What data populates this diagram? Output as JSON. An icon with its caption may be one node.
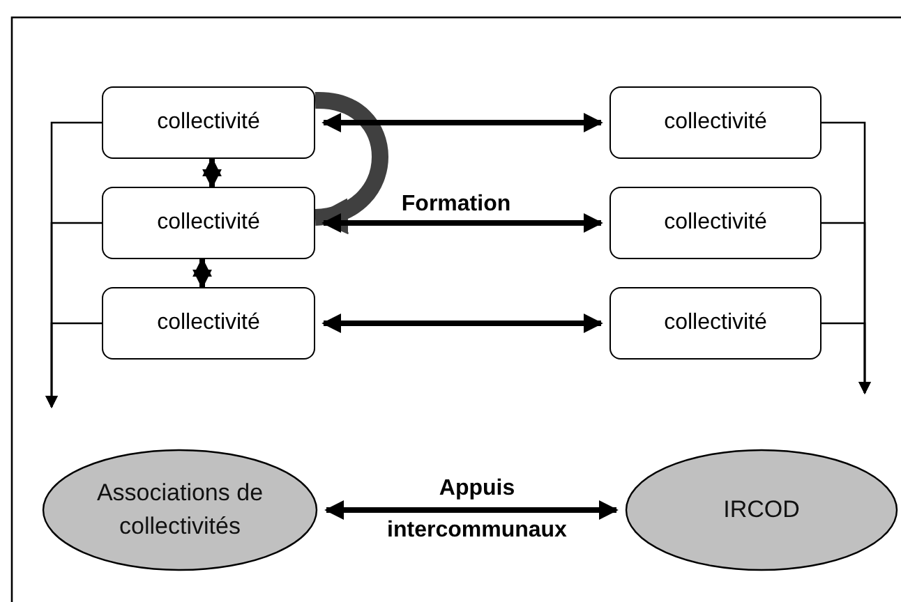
{
  "diagram": {
    "nodes": [
      {
        "text": [
          "collectivité"
        ]
      },
      {
        "text": [
          "collectivité"
        ]
      },
      {
        "text": [
          "collectivité"
        ]
      },
      {
        "text": [
          "collectivité"
        ]
      },
      {
        "text": [
          "collectivité"
        ]
      },
      {
        "text": [
          "collectivité"
        ]
      },
      {
        "text": [
          "Associations de collectivités"
        ]
      },
      {
        "text": [
          "IRCOD"
        ]
      }
    ],
    "edges": [
      {
        "from": 0,
        "to": 1,
        "arrow": "to",
        "style": "thick",
        "color": "#404040"
      },
      {
        "from": 0,
        "to": 1,
        "arrow": "both"
      },
      {
        "from": 1,
        "to": 2,
        "arrow": "both"
      },
      {
        "from": 0,
        "to": 3,
        "arrow": "both"
      },
      {
        "from": 1,
        "to": 4,
        "arrow": "both",
        "label": "Formation"
      },
      {
        "from": 2,
        "to": 5,
        "arrow": "both"
      },
      {
        "from": 0,
        "to": null,
        "arrow": "to"
      },
      {
        "from": 1,
        "to": null,
        "arrow": "to"
      },
      {
        "from": 2,
        "to": null,
        "arrow": "to"
      },
      {
        "from": 3,
        "to": null,
        "arrow": "to"
      },
      {
        "from": 4,
        "to": null,
        "arrow": "to"
      },
      {
        "from": 5,
        "to": null,
        "arrow": "to"
      },
      {
        "from": 6,
        "to": 7,
        "arrow": "both",
        "label": "Appuis intercommunaux"
      }
    ]
  }
}
